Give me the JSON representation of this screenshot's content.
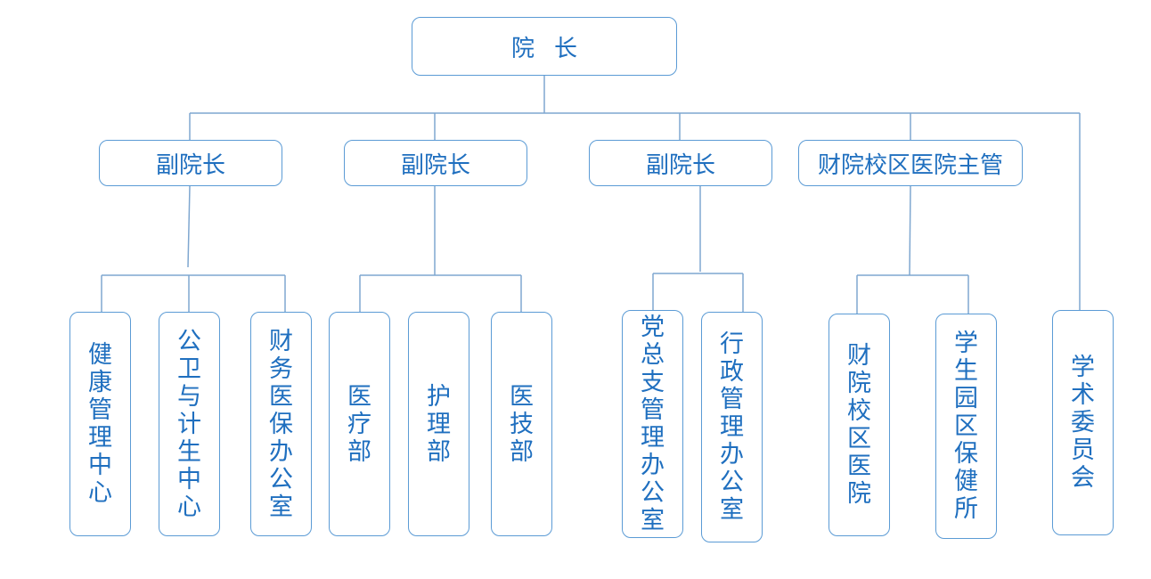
{
  "org_chart": {
    "root": {
      "label": "院长"
    },
    "level1": [
      {
        "label": "副院长"
      },
      {
        "label": "副院长"
      },
      {
        "label": "副院长"
      },
      {
        "label": "财院校区医院主管"
      }
    ],
    "units": [
      {
        "label": "健康管理中心"
      },
      {
        "label": "公卫与计生中心"
      },
      {
        "label": "财务医保办公室"
      },
      {
        "label": "医疗部"
      },
      {
        "label": "护理部"
      },
      {
        "label": "医技部"
      },
      {
        "label": "党总支管理办公室"
      },
      {
        "label": "行政管理办公室"
      },
      {
        "label": "财院校区医院"
      },
      {
        "label": "学生园区保健所"
      },
      {
        "label": "学术委员会"
      }
    ]
  },
  "colors": {
    "border": "#5b9bd5",
    "text": "#1f6fbf",
    "line": "#7fa7d0",
    "background": "#ffffff"
  }
}
